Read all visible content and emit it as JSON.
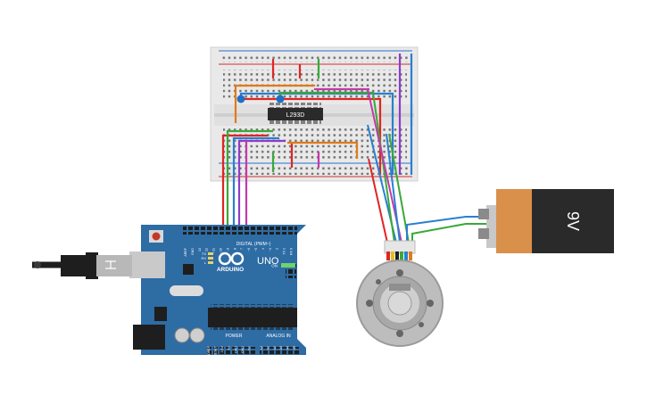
{
  "colors": {
    "background": "#ffffff",
    "breadboard": "#e9e9e9",
    "arduino_board": "#2e6ca4",
    "wire_red": "#e02424",
    "wire_green": "#3aa83a",
    "wire_blue": "#2a7fd0",
    "wire_purple": "#8e3cc8",
    "wire_orange": "#e07a1a",
    "wire_magenta": "#c23aa8",
    "battery_body": "#2a2a2a",
    "battery_cap": "#d9904a"
  },
  "chip": {
    "label": "L293D"
  },
  "arduino": {
    "logo_text": "ARDUINO",
    "model_text": "UNO",
    "on_text": "ON",
    "digital_header_text": "DIGITAL (PWM~)",
    "power_header_text": "POWER",
    "analog_header_text": "ANALOG IN",
    "tx_text": "TX",
    "rx_text": "RX",
    "l_text": "L",
    "pin_labels_top": [
      "AREF",
      "GND",
      "13",
      "12",
      "~11",
      "~10",
      "~9",
      "8",
      "7",
      "~6",
      "~5",
      "4",
      "~3",
      "2",
      "TX 1",
      "RX 0"
    ],
    "pin_labels_power": [
      "IOREF",
      "RESET",
      "3.3V",
      "5V",
      "GND",
      "GND",
      "Vin"
    ],
    "pin_labels_analog": [
      "A0",
      "A1",
      "A2",
      "A3",
      "A4",
      "A5"
    ]
  },
  "battery": {
    "label": "9V"
  },
  "motor": {
    "icon": "dc-motor-encoder-icon"
  },
  "usb": {
    "icon": "usb-cable-icon"
  }
}
